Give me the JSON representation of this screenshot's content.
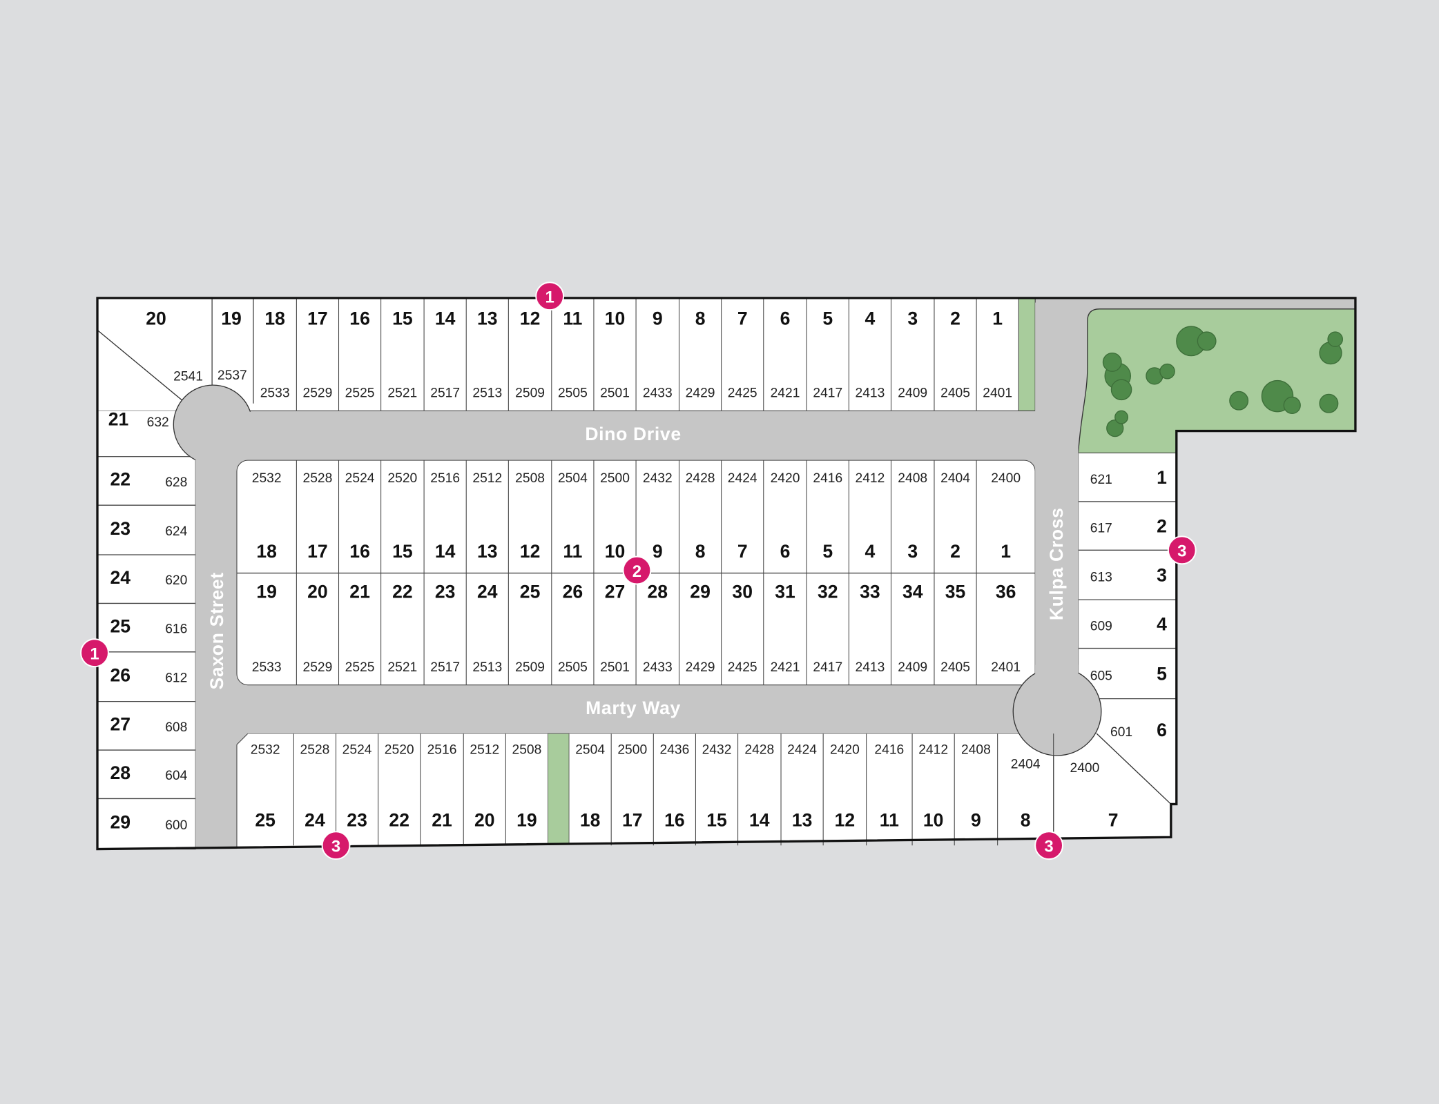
{
  "colors": {
    "road": "#c6c6c6",
    "lot": "#ffffff",
    "green_space": "#a8cc9c",
    "tree": "#4f8a4a",
    "marker": "#d6196b",
    "background": "#dcdddf"
  },
  "streets": {
    "dino": "Dino Drive",
    "marty": "Marty Way",
    "saxon": "Saxon Street",
    "kulpa": "Kulpa Cross"
  },
  "blocks": {
    "top": {
      "lots": [
        {
          "num": "18",
          "addr": "2533"
        },
        {
          "num": "17",
          "addr": "2529"
        },
        {
          "num": "16",
          "addr": "2525"
        },
        {
          "num": "15",
          "addr": "2521"
        },
        {
          "num": "14",
          "addr": "2517"
        },
        {
          "num": "13",
          "addr": "2513"
        },
        {
          "num": "12",
          "addr": "2509"
        },
        {
          "num": "11",
          "addr": "2505"
        },
        {
          "num": "10",
          "addr": "2501"
        },
        {
          "num": "9",
          "addr": "2433"
        },
        {
          "num": "8",
          "addr": "2429"
        },
        {
          "num": "7",
          "addr": "2425"
        },
        {
          "num": "6",
          "addr": "2421"
        },
        {
          "num": "5",
          "addr": "2417"
        },
        {
          "num": "4",
          "addr": "2413"
        },
        {
          "num": "3",
          "addr": "2409"
        },
        {
          "num": "2",
          "addr": "2405"
        },
        {
          "num": "1",
          "addr": "2401"
        }
      ],
      "corner": [
        {
          "num": "20",
          "addr": "2541"
        },
        {
          "num": "19",
          "addr": "2537"
        },
        {
          "num": "21",
          "addr": "632"
        }
      ]
    },
    "middle_north": {
      "lots": [
        {
          "num": "18",
          "addr": "2532"
        },
        {
          "num": "17",
          "addr": "2528"
        },
        {
          "num": "16",
          "addr": "2524"
        },
        {
          "num": "15",
          "addr": "2520"
        },
        {
          "num": "14",
          "addr": "2516"
        },
        {
          "num": "13",
          "addr": "2512"
        },
        {
          "num": "12",
          "addr": "2508"
        },
        {
          "num": "11",
          "addr": "2504"
        },
        {
          "num": "10",
          "addr": "2500"
        },
        {
          "num": "9",
          "addr": "2432"
        },
        {
          "num": "8",
          "addr": "2428"
        },
        {
          "num": "7",
          "addr": "2424"
        },
        {
          "num": "6",
          "addr": "2420"
        },
        {
          "num": "5",
          "addr": "2416"
        },
        {
          "num": "4",
          "addr": "2412"
        },
        {
          "num": "3",
          "addr": "2408"
        },
        {
          "num": "2",
          "addr": "2404"
        },
        {
          "num": "1",
          "addr": "2400"
        }
      ]
    },
    "middle_south": {
      "lots": [
        {
          "num": "19",
          "addr": "2533"
        },
        {
          "num": "20",
          "addr": "2529"
        },
        {
          "num": "21",
          "addr": "2525"
        },
        {
          "num": "22",
          "addr": "2521"
        },
        {
          "num": "23",
          "addr": "2517"
        },
        {
          "num": "24",
          "addr": "2513"
        },
        {
          "num": "25",
          "addr": "2509"
        },
        {
          "num": "26",
          "addr": "2505"
        },
        {
          "num": "27",
          "addr": "2501"
        },
        {
          "num": "28",
          "addr": "2433"
        },
        {
          "num": "29",
          "addr": "2429"
        },
        {
          "num": "30",
          "addr": "2425"
        },
        {
          "num": "31",
          "addr": "2421"
        },
        {
          "num": "32",
          "addr": "2417"
        },
        {
          "num": "33",
          "addr": "2413"
        },
        {
          "num": "34",
          "addr": "2409"
        },
        {
          "num": "35",
          "addr": "2405"
        },
        {
          "num": "36",
          "addr": "2401"
        }
      ]
    },
    "left": {
      "lots": [
        {
          "num": "22",
          "addr": "628"
        },
        {
          "num": "23",
          "addr": "624"
        },
        {
          "num": "24",
          "addr": "620"
        },
        {
          "num": "25",
          "addr": "616"
        },
        {
          "num": "26",
          "addr": "612"
        },
        {
          "num": "27",
          "addr": "608"
        },
        {
          "num": "28",
          "addr": "604"
        },
        {
          "num": "29",
          "addr": "600"
        }
      ]
    },
    "bottom": {
      "lots": [
        {
          "num": "25",
          "addr": "2532"
        },
        {
          "num": "24",
          "addr": "2528"
        },
        {
          "num": "23",
          "addr": "2524"
        },
        {
          "num": "22",
          "addr": "2520"
        },
        {
          "num": "21",
          "addr": "2516"
        },
        {
          "num": "20",
          "addr": "2512"
        },
        {
          "num": "19",
          "addr": "2508"
        },
        {
          "num": "18",
          "addr": "2504"
        },
        {
          "num": "17",
          "addr": "2500"
        },
        {
          "num": "16",
          "addr": "2436"
        },
        {
          "num": "15",
          "addr": "2432"
        },
        {
          "num": "14",
          "addr": "2428"
        },
        {
          "num": "13",
          "addr": "2424"
        },
        {
          "num": "12",
          "addr": "2420"
        },
        {
          "num": "11",
          "addr": "2416"
        },
        {
          "num": "10",
          "addr": "2412"
        },
        {
          "num": "9",
          "addr": "2408"
        },
        {
          "num": "8",
          "addr": "2404"
        },
        {
          "num": "7",
          "addr": "2400"
        }
      ]
    },
    "right": {
      "lots": [
        {
          "num": "1",
          "addr": "621"
        },
        {
          "num": "2",
          "addr": "617"
        },
        {
          "num": "3",
          "addr": "613"
        },
        {
          "num": "4",
          "addr": "609"
        },
        {
          "num": "5",
          "addr": "605"
        },
        {
          "num": "6",
          "addr": "601"
        }
      ]
    }
  },
  "markers": [
    "1",
    "1",
    "2",
    "3",
    "3",
    "3"
  ]
}
